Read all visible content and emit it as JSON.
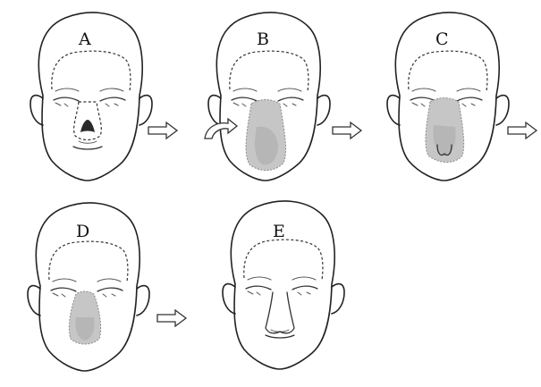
{
  "panels": [
    {
      "label": "A",
      "stage": "defect"
    },
    {
      "label": "B",
      "stage": "forehead-flap-transfer"
    },
    {
      "label": "C",
      "stage": "flap-inset"
    },
    {
      "label": "D",
      "stage": "pedicle-divided"
    },
    {
      "label": "E",
      "stage": "final-result"
    }
  ],
  "colors": {
    "line": "#222222",
    "graft": "#c6c6c6",
    "defect": "#2a2a2a"
  }
}
